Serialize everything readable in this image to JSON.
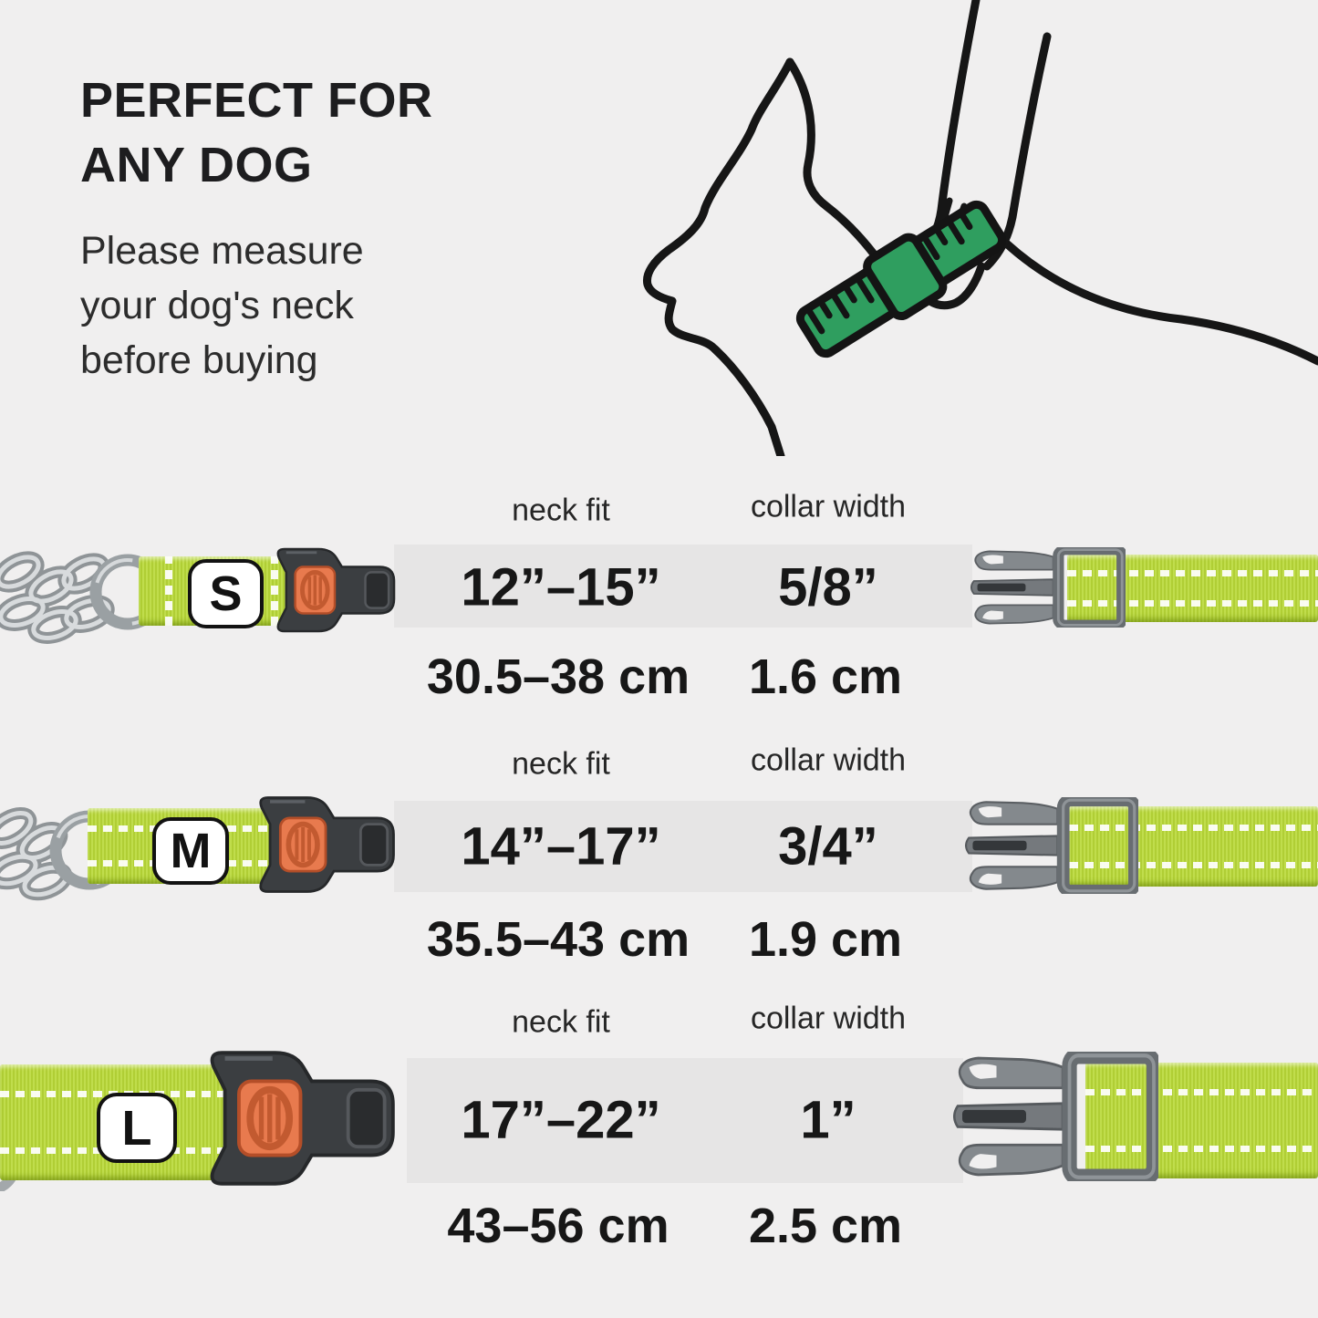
{
  "page": {
    "background": "#f0efef"
  },
  "header": {
    "title_lines": [
      "PERFECT FOR",
      "ANY DOG"
    ],
    "subtitle_lines": [
      "Please measure",
      "your dog's neck",
      "before buying"
    ]
  },
  "columns": {
    "neck_fit_label": "neck fit",
    "collar_width_label": "collar width"
  },
  "sizes": [
    {
      "letter": "S",
      "neck_fit_in": "12”–15”",
      "neck_fit_cm": "30.5–38 cm",
      "collar_width_in": "5/8”",
      "collar_width_cm": "1.6 cm"
    },
    {
      "letter": "M",
      "neck_fit_in": "14”–17”",
      "neck_fit_cm": "35.5–43 cm",
      "collar_width_in": "3/4”",
      "collar_width_cm": "1.9 cm"
    },
    {
      "letter": "L",
      "neck_fit_in": "17”–22”",
      "neck_fit_cm": "43–56 cm",
      "collar_width_in": "1”",
      "collar_width_cm": "2.5 cm"
    }
  ],
  "illustration": {
    "description": "Hand measuring a dog's neck with a green tape measure",
    "tape_color": "#2f9e5f"
  },
  "colors": {
    "collar_green": "#b9d938",
    "buckle_dark": "#3b3e41",
    "button_orange": "#e87a4e",
    "band_gray": "#e6e5e5",
    "chain_silver": "#c6cacc",
    "text": "#1c1c1c"
  }
}
